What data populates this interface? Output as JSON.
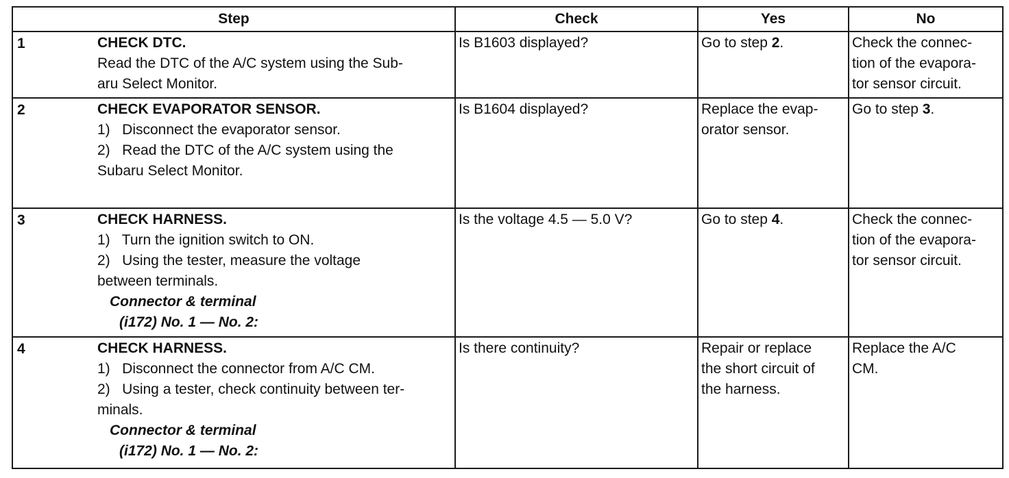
{
  "headers": {
    "step": "Step",
    "check": "Check",
    "yes": "Yes",
    "no": "No"
  },
  "rows": [
    {
      "num": "1",
      "title": "CHECK DTC.",
      "lines": [
        "Read the DTC of the A/C system using the Sub-",
        "aru Select Monitor."
      ],
      "check": "Is B1603 displayed?",
      "yes_pre": "Go to step ",
      "yes_bold": "2",
      "yes_post": ".",
      "no_lines": [
        "Check the connec-",
        "tion of the evapora-",
        "tor sensor circuit."
      ]
    },
    {
      "num": "2",
      "title": "CHECK EVAPORATOR SENSOR.",
      "lines": [
        "1)   Disconnect the evaporator sensor.",
        "2)   Read the DTC of the A/C system using the",
        "Subaru Select Monitor."
      ],
      "check": "Is B1604 displayed?",
      "yes_lines": [
        "Replace the evap-",
        "orator sensor."
      ],
      "no_pre": "Go to step ",
      "no_bold": "3",
      "no_post": "."
    },
    {
      "num": "3",
      "title": "CHECK HARNESS.",
      "lines": [
        "1)   Turn the ignition switch to ON.",
        "2)   Using the tester, measure the voltage",
        "between terminals."
      ],
      "connector_label": "Connector & terminal",
      "connector_value": "(i172) No. 1 — No. 2:",
      "check": "Is the voltage 4.5 — 5.0 V?",
      "yes_pre": "Go to step ",
      "yes_bold": "4",
      "yes_post": ".",
      "no_lines": [
        "Check the connec-",
        "tion of the evapora-",
        "tor sensor circuit."
      ]
    },
    {
      "num": "4",
      "title": "CHECK HARNESS.",
      "lines": [
        "1)   Disconnect the connector from A/C CM.",
        "2)   Using a tester, check continuity between ter-",
        "minals."
      ],
      "connector_label": "Connector & terminal",
      "connector_value": "(i172) No. 1 — No. 2:",
      "check": "Is there continuity?",
      "yes_lines": [
        "Repair or replace",
        "the short circuit of",
        "the harness."
      ],
      "no_lines": [
        "Replace the A/C",
        "CM."
      ]
    }
  ]
}
